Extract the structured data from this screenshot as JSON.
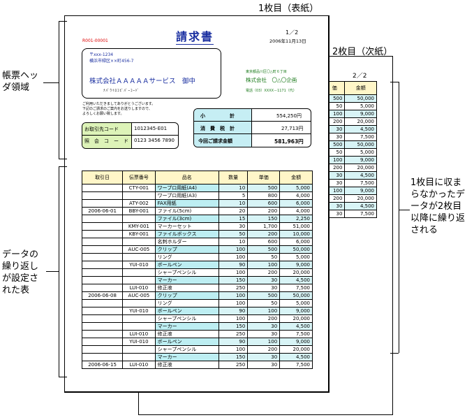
{
  "labels": {
    "page1": "1枚目（表紙）",
    "page2": "2枚目（次紙）",
    "header_area": "帳票ヘッダ領域",
    "repeat_table": "データの繰り返しが設定された表",
    "overflow": "1枚目に収まらなかったデータが2枚目以降に繰り返される"
  },
  "invoice": {
    "doc_no": "R001-00001",
    "title": "請求書",
    "page_no": "1／2",
    "date": "2006年11月13日",
    "postal": "〒xxx-1234",
    "address": "横浜市緑区××町456-7",
    "customer": "株式会社ＡＡＡＡＡサービス　御中",
    "barcode_text": "ﾅﾊﾞｳｲﾛｺﾋﾞﾊﾞｰｺｰﾄﾞ",
    "sender_address": "東京都品川区〇△町６丁目",
    "sender_name": "株式会社　〇△〇企画",
    "sender_tel": "電話（03）XXXX－1171（代）",
    "greeting1": "ご利用いただきましてありがとうございます。",
    "greeting2": "下記のご請求のご案内をお送りしますので、",
    "greeting3": "よろしくお願い致します。",
    "client_code_label": "お取引先コード",
    "client_code": "1012345-E01",
    "contact_label": "照　会　コ　ー　ド",
    "contact": "0123 3456 7890",
    "subtotal_label": "小　　　　　計",
    "subtotal": "554,250円",
    "tax_label": "消　費　税　計",
    "tax": "27,713円",
    "total_label": "今回ご請求金額",
    "total": "581,963円"
  },
  "table": {
    "headers": [
      "取引日",
      "伝票番号",
      "品名",
      "数量",
      "単価",
      "金額"
    ],
    "rows": [
      [
        "",
        "CTY-001",
        "ワープロ用紙(A4)",
        "10",
        "500",
        "5,000"
      ],
      [
        "",
        "",
        "ワープロ用紙(A3)",
        "5",
        "800",
        "4,000"
      ],
      [
        "",
        "ATY-002",
        "FAX用紙",
        "10",
        "600",
        "6,000"
      ],
      [
        "2006-06-01",
        "BBY-001",
        "ファイル(5cm)",
        "20",
        "200",
        "4,000"
      ],
      [
        "",
        "",
        "ファイル(3cm)",
        "15",
        "150",
        "2,250"
      ],
      [
        "",
        "KMY-001",
        "マーカーセット",
        "30",
        "1,700",
        "51,000"
      ],
      [
        "",
        "KBY-001",
        "ファイルボックス",
        "50",
        "200",
        "10,000"
      ],
      [
        "",
        "",
        "名刺ホルダー",
        "10",
        "600",
        "6,000"
      ],
      [
        "",
        "AUC-005",
        "クリップ",
        "100",
        "500",
        "50,000"
      ],
      [
        "",
        "",
        "リング",
        "100",
        "50",
        "5,000"
      ],
      [
        "",
        "YUI-010",
        "ボールペン",
        "90",
        "100",
        "9,000"
      ],
      [
        "",
        "",
        "シャープペンシル",
        "100",
        "200",
        "20,000"
      ],
      [
        "",
        "",
        "マーカー",
        "150",
        "30",
        "4,500"
      ],
      [
        "",
        "LUI-010",
        "修正液",
        "250",
        "30",
        "7,500"
      ],
      [
        "2006-06-08",
        "AUC-005",
        "クリップ",
        "100",
        "500",
        "50,000"
      ],
      [
        "",
        "",
        "リング",
        "100",
        "50",
        "5,000"
      ],
      [
        "",
        "YUI-010",
        "ボールペン",
        "90",
        "100",
        "9,000"
      ],
      [
        "",
        "",
        "シャープペンシル",
        "100",
        "200",
        "20,000"
      ],
      [
        "",
        "",
        "マーカー",
        "150",
        "30",
        "4,500"
      ],
      [
        "",
        "LUI-010",
        "修正液",
        "250",
        "30",
        "7,500"
      ],
      [
        "",
        "YUI-010",
        "ボールペン",
        "90",
        "100",
        "9,000"
      ],
      [
        "",
        "",
        "シャープペンシル",
        "100",
        "200",
        "20,000"
      ],
      [
        "",
        "",
        "マーカー",
        "150",
        "30",
        "4,500"
      ],
      [
        "2006-06-15",
        "LUI-010",
        "修正液",
        "250",
        "30",
        "7,500"
      ]
    ]
  },
  "page2_table": {
    "page_no": "2／2",
    "headers": [
      "価",
      "金額"
    ],
    "rows": [
      [
        "500",
        "50,000"
      ],
      [
        "50",
        "5,000"
      ],
      [
        "100",
        "9,000"
      ],
      [
        "200",
        "20,000"
      ],
      [
        "30",
        "4,500"
      ],
      [
        "30",
        "7,500"
      ],
      [
        "500",
        "50,000"
      ],
      [
        "50",
        "5,000"
      ],
      [
        "100",
        "9,000"
      ],
      [
        "200",
        "20,000"
      ],
      [
        "30",
        "4,500"
      ],
      [
        "30",
        "7,500"
      ],
      [
        "100",
        "9,000"
      ],
      [
        "200",
        "20,000"
      ],
      [
        "30",
        "4,500"
      ],
      [
        "30",
        "7,500"
      ]
    ]
  }
}
